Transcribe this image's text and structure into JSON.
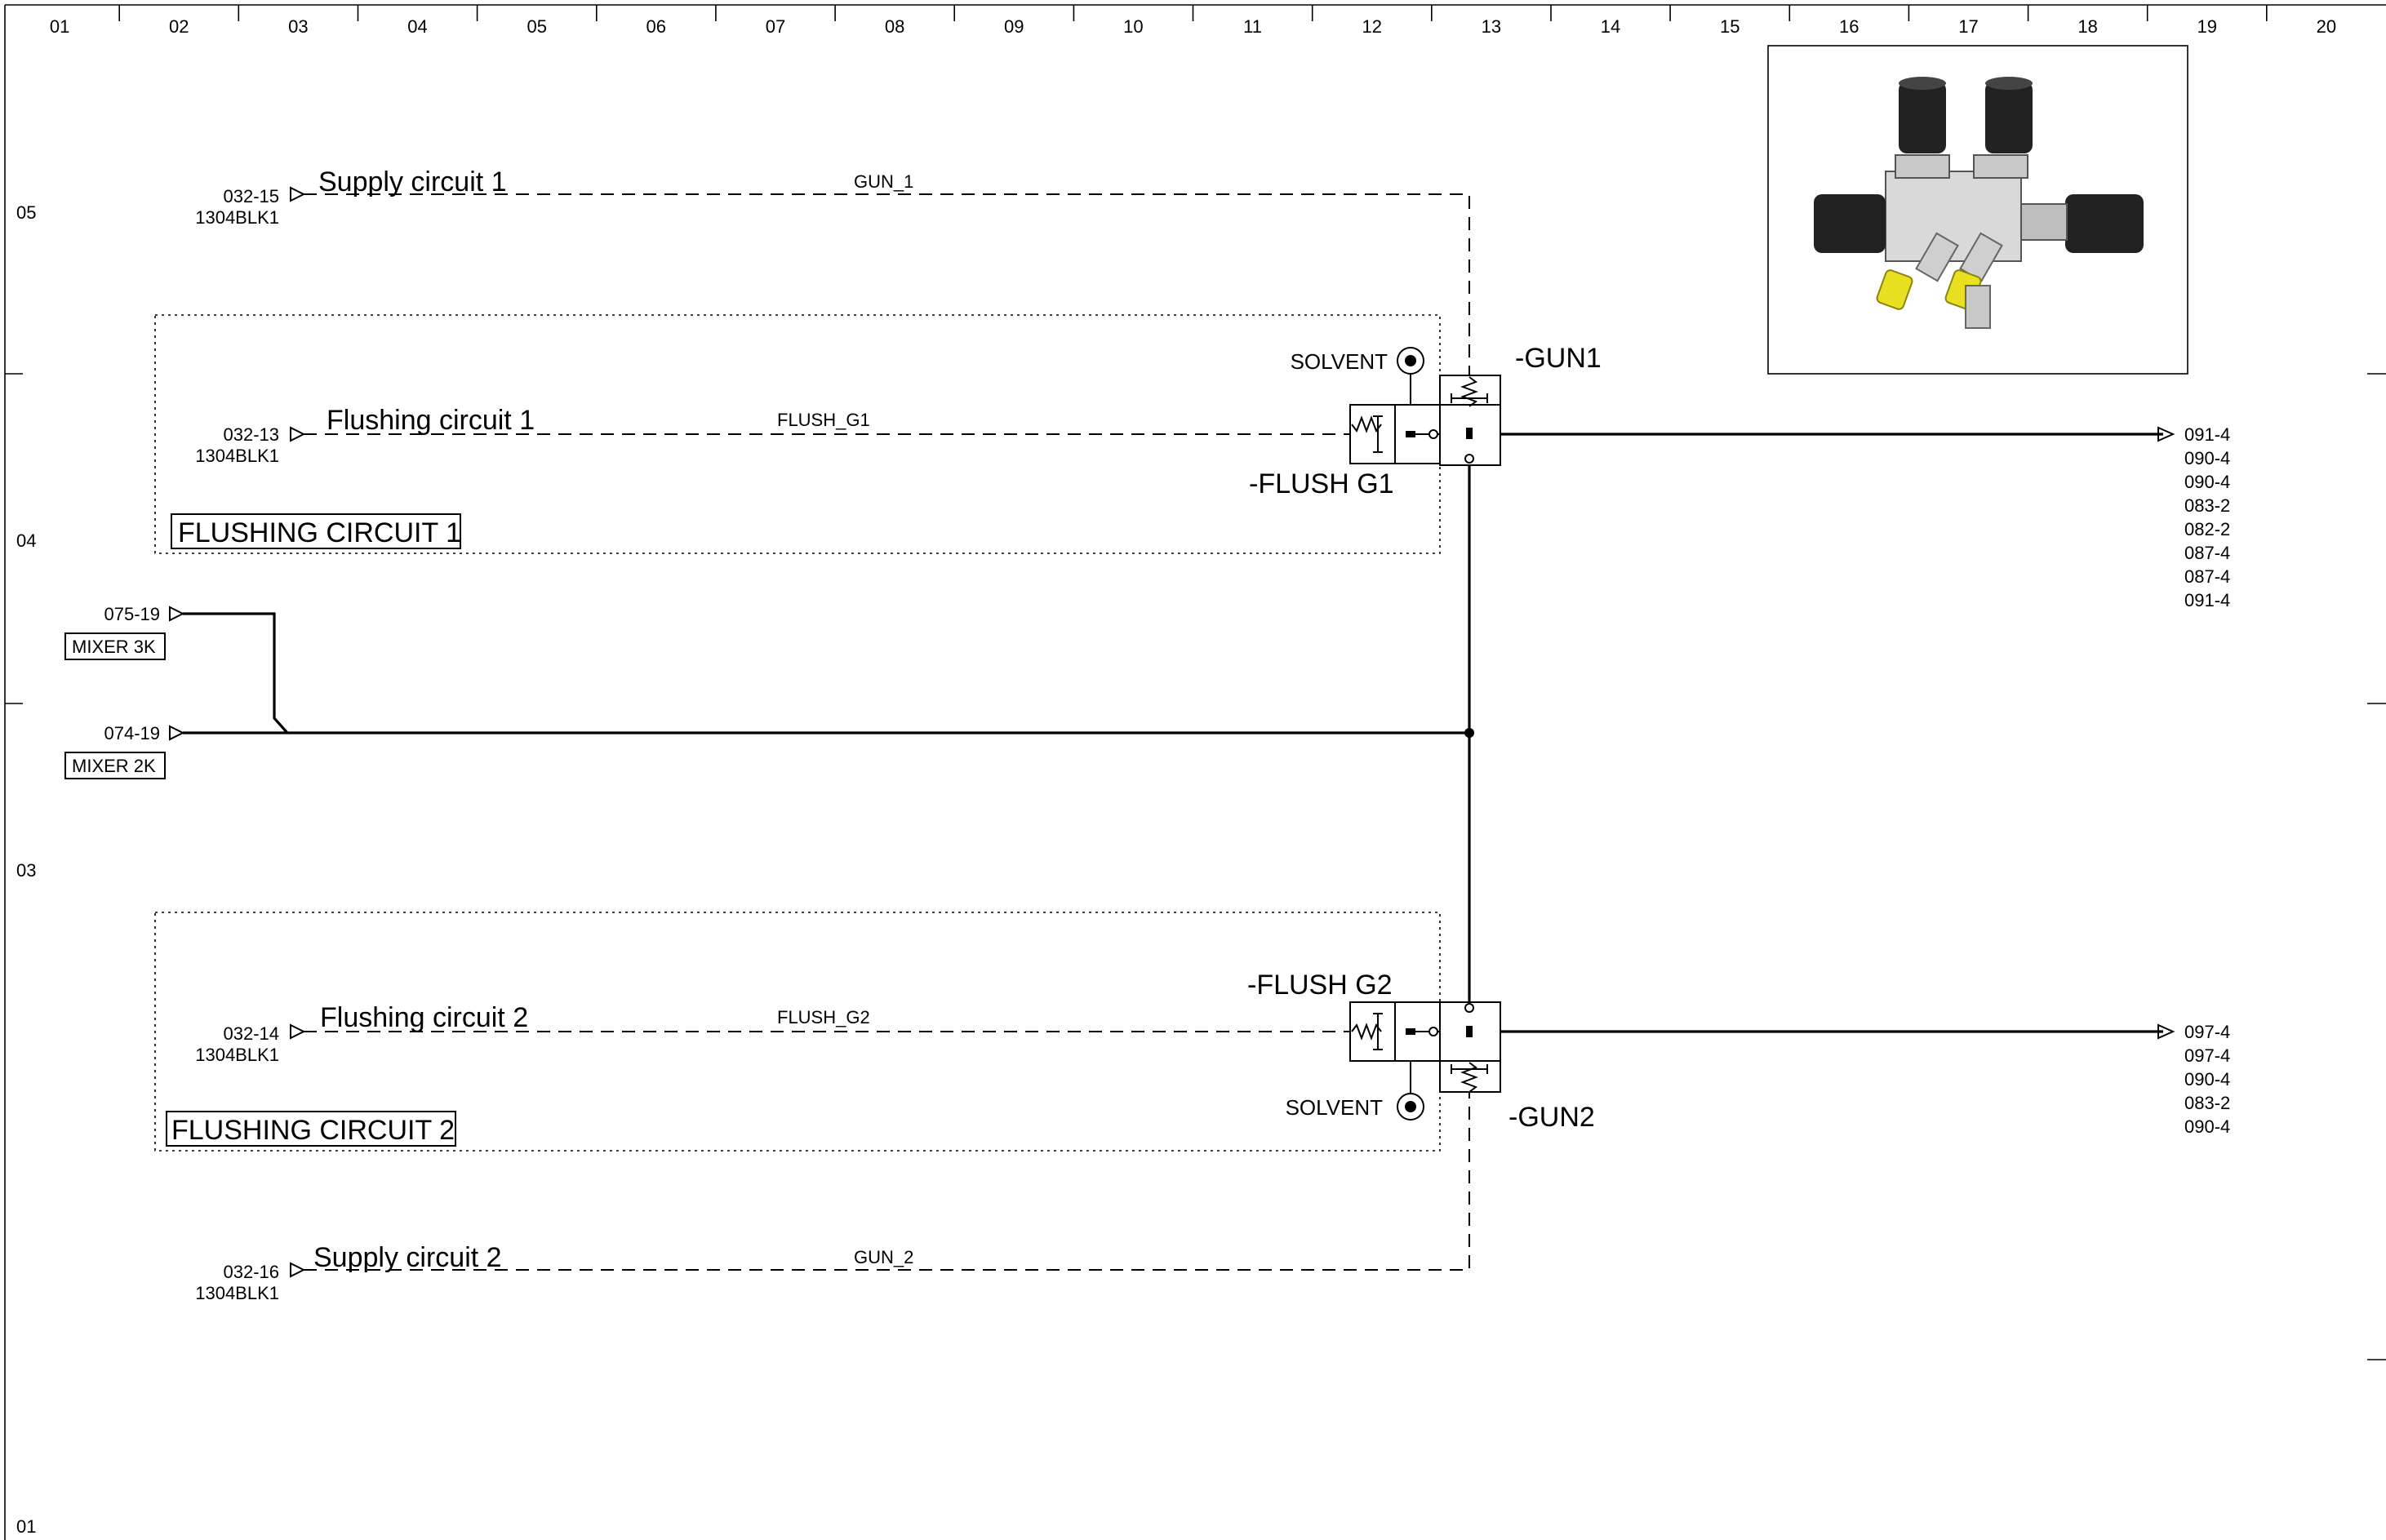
{
  "grid": {
    "columns": [
      "01",
      "02",
      "03",
      "04",
      "05",
      "06",
      "07",
      "08",
      "09",
      "10",
      "11",
      "12",
      "13",
      "14",
      "15",
      "16",
      "17",
      "18",
      "19",
      "20"
    ],
    "rows": [
      "05",
      "04",
      "03",
      "01"
    ]
  },
  "supply1": {
    "ref": "032-15",
    "cable": "1304BLK1",
    "label": "Supply circuit 1",
    "signal": "GUN_1"
  },
  "flush1": {
    "ref": "032-13",
    "cable": "1304BLK1",
    "label": "Flushing circuit 1",
    "signal": "FLUSH_G1",
    "group": "FLUSHING CIRCUIT 1"
  },
  "mixer3k": {
    "ref": "075-19",
    "label": "MIXER 3K"
  },
  "mixer2k": {
    "ref": "074-19",
    "label": "MIXER 2K"
  },
  "flush2": {
    "ref": "032-14",
    "cable": "1304BLK1",
    "label": "Flushing circuit 2",
    "signal": "FLUSH_G2",
    "group": "FLUSHING CIRCUIT 2"
  },
  "supply2": {
    "ref": "032-16",
    "cable": "1304BLK1",
    "label": "Supply circuit 2",
    "signal": "GUN_2"
  },
  "valves": {
    "gun1": "-GUN1",
    "flushG1": "-FLUSH G1",
    "solvent1": "SOLVENT",
    "gun2": "-GUN2",
    "flushG2": "-FLUSH G2",
    "solvent2": "SOLVENT"
  },
  "outputs1": [
    "091-4",
    "090-4",
    "090-4",
    "083-2",
    "082-2",
    "087-4",
    "087-4",
    "091-4"
  ],
  "outputs2": [
    "097-4",
    "097-4",
    "090-4",
    "083-2",
    "090-4"
  ],
  "product_image": {
    "icon": "valve-assembly-icon"
  }
}
